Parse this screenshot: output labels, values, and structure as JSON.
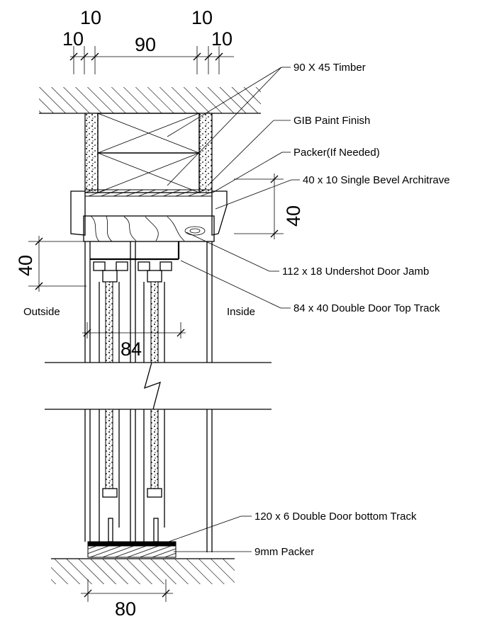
{
  "dimensions": {
    "d10_a": "10",
    "d10_b": "10",
    "d90": "90",
    "d10_c": "10",
    "d10_d": "10",
    "d40_right": "40",
    "d40_left": "40",
    "d84": "84",
    "d80": "80"
  },
  "labels": {
    "timber": "90 X 45 Timber",
    "gib": "GIB Paint Finish",
    "packer": "Packer(If Needed)",
    "architrave": "40 x 10 Single Bevel Architrave",
    "jamb": "112 x 18 Undershot Door Jamb",
    "top_track": "84 x 40 Double Door Top Track",
    "bottom_track": "120 x 6 Double Door bottom Track",
    "packer_9mm": "9mm Packer",
    "outside": "Outside",
    "inside": "Inside"
  }
}
